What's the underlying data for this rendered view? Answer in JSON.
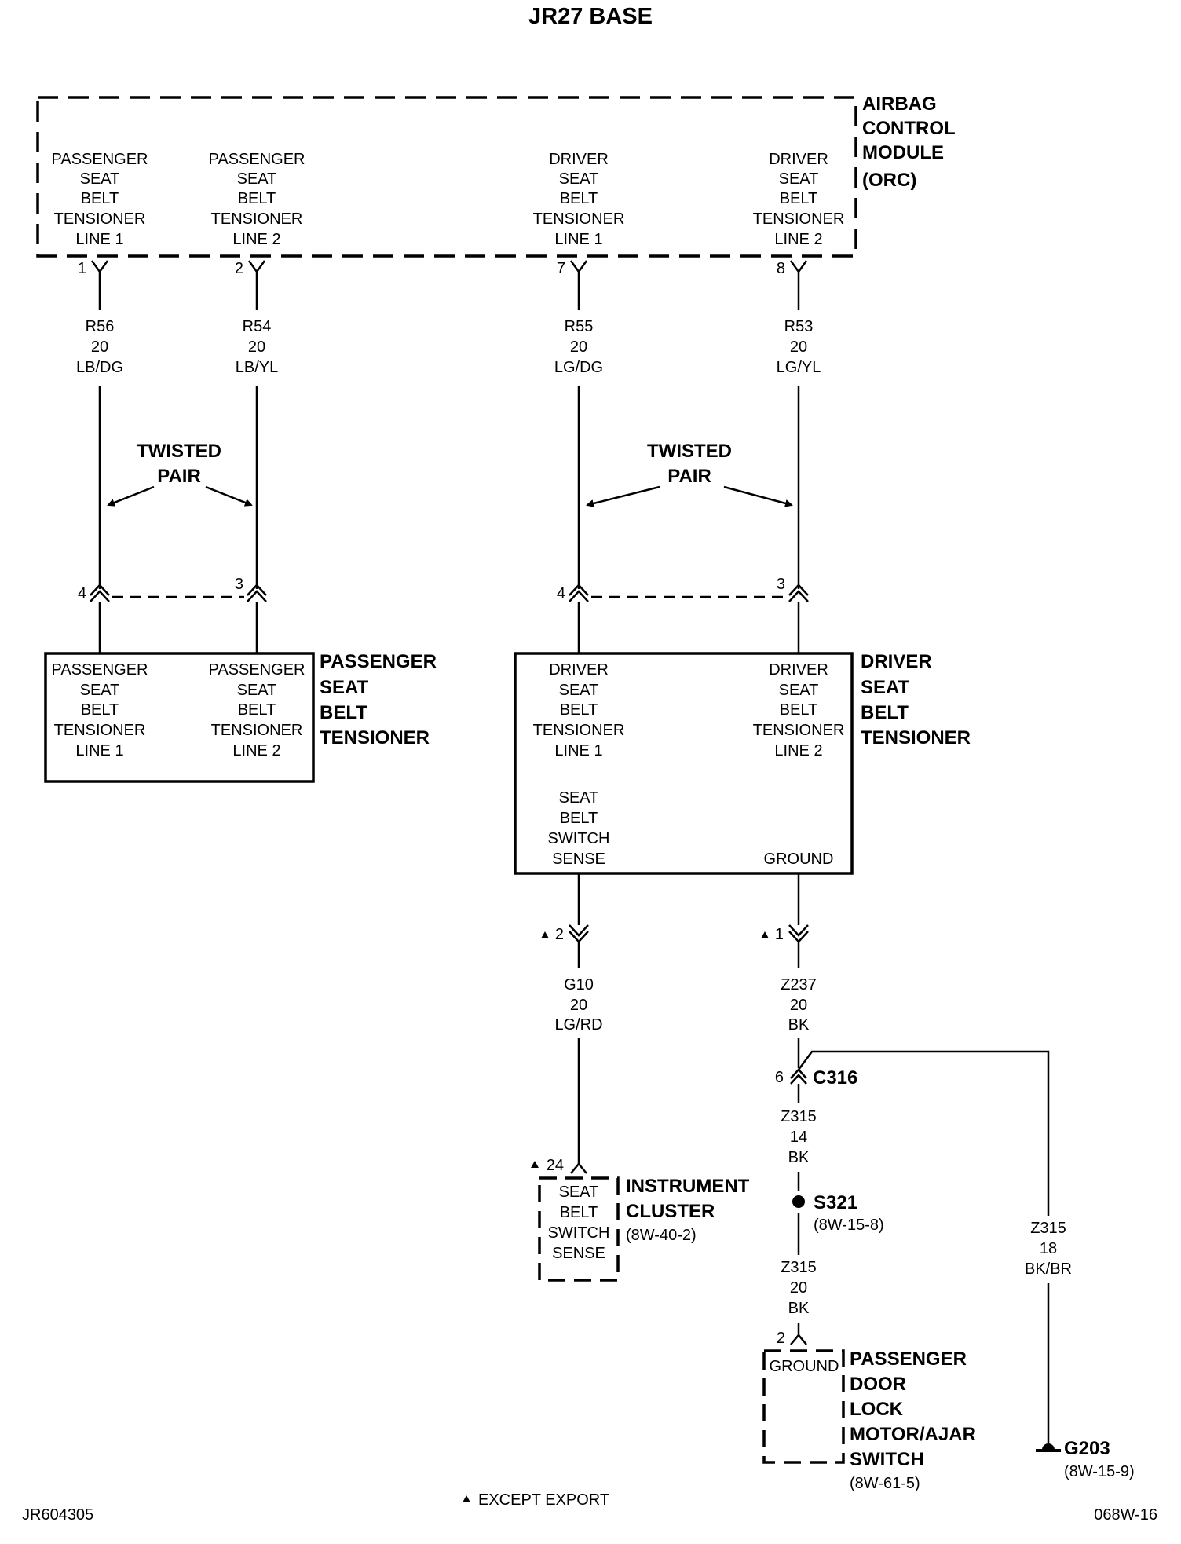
{
  "title": "JR27 BASE",
  "orc": {
    "name": [
      "AIRBAG",
      "CONTROL",
      "MODULE",
      "(ORC)"
    ],
    "terminals": [
      [
        "PASSENGER",
        "SEAT",
        "BELT",
        "TENSIONER",
        "LINE 1"
      ],
      [
        "PASSENGER",
        "SEAT",
        "BELT",
        "TENSIONER",
        "LINE 2"
      ],
      [
        "DRIVER",
        "SEAT",
        "BELT",
        "TENSIONER",
        "LINE 1"
      ],
      [
        "DRIVER",
        "SEAT",
        "BELT",
        "TENSIONER",
        "LINE 2"
      ]
    ],
    "pins": [
      "1",
      "2",
      "7",
      "8"
    ]
  },
  "wires": [
    [
      "R56",
      "20",
      "LB/DG"
    ],
    [
      "R54",
      "20",
      "LB/YL"
    ],
    [
      "R55",
      "20",
      "LG/DG"
    ],
    [
      "R53",
      "20",
      "LG/YL"
    ]
  ],
  "twisted_pair": [
    "TWISTED",
    "PAIR"
  ],
  "tensioner_pins": [
    "4",
    "3",
    "4",
    "3"
  ],
  "passenger_tensioner": {
    "name": [
      "PASSENGER",
      "SEAT",
      "BELT",
      "TENSIONER"
    ],
    "terminals": [
      [
        "PASSENGER",
        "SEAT",
        "BELT",
        "TENSIONER",
        "LINE 1"
      ],
      [
        "PASSENGER",
        "SEAT",
        "BELT",
        "TENSIONER",
        "LINE 2"
      ]
    ]
  },
  "driver_tensioner": {
    "name": [
      "DRIVER",
      "SEAT",
      "BELT",
      "TENSIONER"
    ],
    "terminals": [
      [
        "DRIVER",
        "SEAT",
        "BELT",
        "TENSIONER",
        "LINE 1"
      ],
      [
        "DRIVER",
        "SEAT",
        "BELT",
        "TENSIONER",
        "LINE 2"
      ]
    ],
    "sense": [
      "SEAT",
      "BELT",
      "SWITCH",
      "SENSE"
    ],
    "ground": "GROUND",
    "lower_pins": [
      "2",
      "1"
    ]
  },
  "g10_wire": [
    "G10",
    "20",
    "LG/RD"
  ],
  "z237_wire": [
    "Z237",
    "20",
    "BK"
  ],
  "c316": {
    "pin": "6",
    "name": "C316"
  },
  "z315_14": [
    "Z315",
    "14",
    "BK"
  ],
  "s321": {
    "name": "S321",
    "ref": "(8W-15-8)"
  },
  "z315_20": [
    "Z315",
    "20",
    "BK"
  ],
  "z315_18": [
    "Z315",
    "18",
    "BK/BR"
  ],
  "instrument_cluster": {
    "pin": "24",
    "terminal": [
      "SEAT",
      "BELT",
      "SWITCH",
      "SENSE"
    ],
    "name": [
      "INSTRUMENT",
      "CLUSTER"
    ],
    "ref": "(8W-40-2)"
  },
  "door_lock": {
    "pin": "2",
    "terminal": "GROUND",
    "name": [
      "PASSENGER",
      "DOOR",
      "LOCK",
      "MOTOR/AJAR",
      "SWITCH"
    ],
    "ref": "(8W-61-5)"
  },
  "g203": {
    "name": "G203",
    "ref": "(8W-15-9)"
  },
  "footer": {
    "left": "JR604305",
    "legend": "EXCEPT EXPORT",
    "right": "068W-16"
  }
}
